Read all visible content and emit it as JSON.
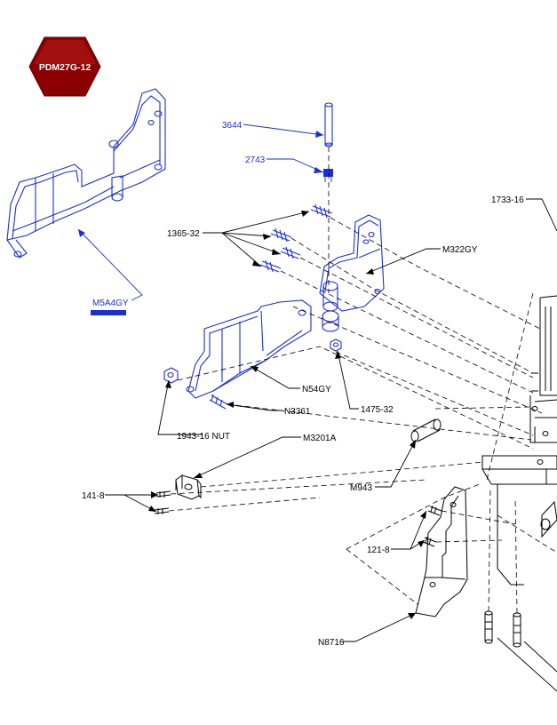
{
  "badge": {
    "text": "PDM27G-12",
    "color": "#8b0000"
  },
  "colors": {
    "highlight": "#1a2fd6",
    "ink": "#000000"
  },
  "parts": {
    "p3644": "3644",
    "p2743": "2743",
    "p1365": "1365-32",
    "pM322GY": "M322GY",
    "p1733": "1733-16",
    "pM5A4GY": "M5A4GY",
    "pN54GY": "N54GY",
    "pN3361": "N3361",
    "p1475": "1475-32",
    "p1943": "1943-16 NUT",
    "pM3201A": "M3201A",
    "p141": "141-8",
    "pM943": "M943",
    "p121": "121-8",
    "pN8716": "N8716"
  }
}
